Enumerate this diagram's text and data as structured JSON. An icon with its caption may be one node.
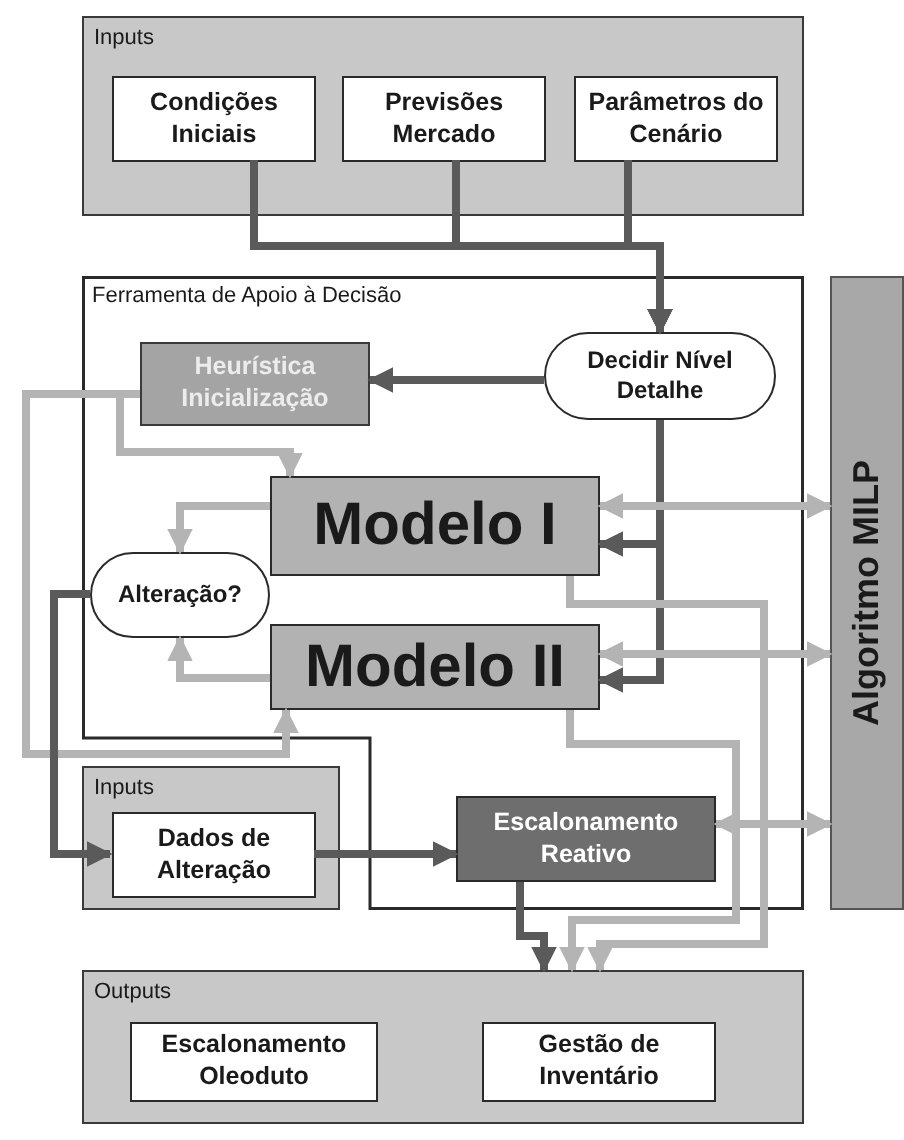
{
  "diagram": {
    "nodes": [
      {
        "text": [
          "Inputs"
        ]
      },
      {
        "text": [
          "Condições Iniciais"
        ],
        "in": 0
      },
      {
        "text": [
          "Previsões Mercado"
        ],
        "in": 0
      },
      {
        "text": [
          "Parâmetros do Cenário"
        ],
        "in": 0
      },
      {
        "text": [
          "Ferramenta de Apoio à Decisão"
        ]
      },
      {
        "text": [
          "Heurística Inicialização"
        ],
        "in": 4
      },
      {
        "text": [
          "Decidir Nível Detalhe"
        ],
        "in": 4
      },
      {
        "text": [
          "Modelo I"
        ],
        "in": 4
      },
      {
        "text": [
          "Alteração?"
        ],
        "in": 4
      },
      {
        "text": [
          "Modelo II"
        ],
        "in": 4
      },
      {
        "text": [
          "Algoritmo MILP"
        ]
      },
      {
        "text": [
          "Inputs"
        ]
      },
      {
        "text": [
          "Dados de Alteração"
        ],
        "in": 11
      },
      {
        "text": [
          "Escalonamento Reativo"
        ],
        "in": 4
      },
      {
        "text": [
          "Outputs"
        ]
      },
      {
        "text": [
          "Escalonamento Oleoduto"
        ],
        "in": 14
      },
      {
        "text": [
          "Gestão de Inventário"
        ],
        "in": 14
      }
    ],
    "edges": [
      {
        "from": 1,
        "to": 6,
        "arrow": "to"
      },
      {
        "from": 2,
        "to": 6,
        "arrow": "to"
      },
      {
        "from": 3,
        "to": 6,
        "arrow": "to"
      },
      {
        "from": 6,
        "to": 5,
        "arrow": "to"
      },
      {
        "from": 6,
        "to": 7,
        "arrow": "to"
      },
      {
        "from": 6,
        "to": 9,
        "arrow": "to"
      },
      {
        "from": 5,
        "to": 7,
        "arrow": "to",
        "color": "#b4b4b4"
      },
      {
        "from": 5,
        "to": 9,
        "arrow": "to",
        "color": "#b4b4b4"
      },
      {
        "from": 7,
        "to": 8,
        "arrow": "to",
        "color": "#b4b4b4"
      },
      {
        "from": 9,
        "to": 8,
        "arrow": "to",
        "color": "#b4b4b4"
      },
      {
        "from": 8,
        "to": 12,
        "arrow": "to"
      },
      {
        "from": 12,
        "to": 13,
        "arrow": "to"
      },
      {
        "from": 7,
        "to": 10,
        "arrow": "both",
        "color": "#b4b4b4"
      },
      {
        "from": 9,
        "to": 10,
        "arrow": "both",
        "color": "#b4b4b4"
      },
      {
        "from": 13,
        "to": 10,
        "arrow": "both",
        "color": "#b4b4b4"
      },
      {
        "from": 13,
        "to": 14,
        "arrow": "to"
      },
      {
        "from": 9,
        "to": 14,
        "arrow": "to",
        "color": "#b4b4b4"
      },
      {
        "from": 7,
        "to": 14,
        "arrow": "to",
        "color": "#b4b4b4"
      }
    ]
  }
}
